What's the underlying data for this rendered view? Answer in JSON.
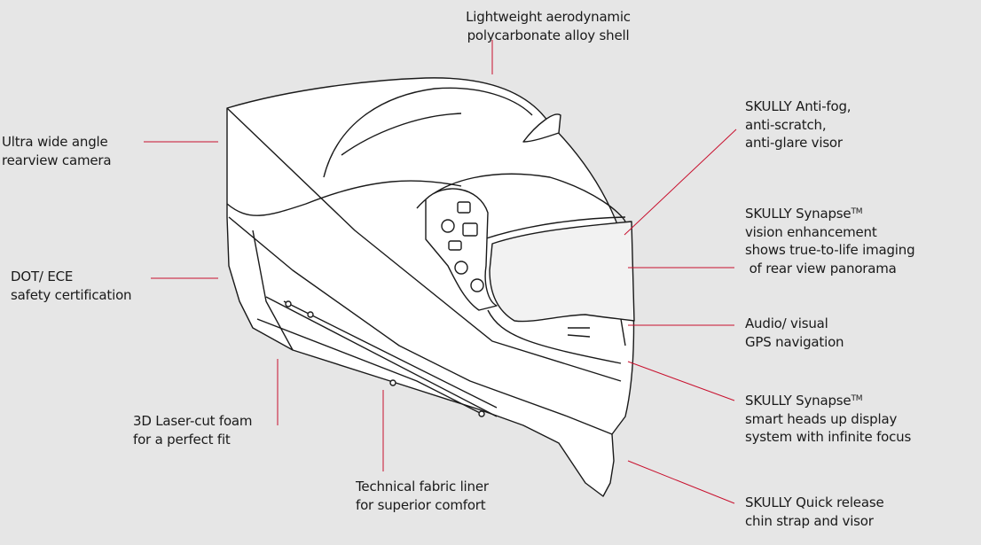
{
  "colors": {
    "background": "#e6e6e6",
    "callout_line": "#c8102e",
    "outline": "#1a1a1a",
    "shell": "#ffffff"
  },
  "callouts": {
    "shell": [
      "Lightweight aerodynamic",
      "polycarbonate alloy shell"
    ],
    "camera": [
      "Ultra wide angle",
      "rearview camera"
    ],
    "certification": [
      "DOT/ ECE",
      "safety certification"
    ],
    "foam": [
      "3D Laser-cut foam",
      "for a perfect fit"
    ],
    "liner": [
      "Technical fabric liner",
      "for superior comfort"
    ],
    "visor": [
      "SKULLY Anti-fog,",
      "anti-scratch,",
      "anti-glare visor"
    ],
    "vision": {
      "title": "SKULLY Synapse",
      "tm": "TM",
      "lines": [
        "vision enhancement",
        "shows true-to-life imaging",
        " of rear view panorama"
      ]
    },
    "gps": [
      "Audio/ visual",
      "GPS navigation"
    ],
    "hud": {
      "title": "SKULLY Synapse",
      "tm": "TM",
      "lines": [
        "smart heads up display",
        "system with infinite focus"
      ]
    },
    "strap": [
      "SKULLY Quick release",
      "chin strap and visor"
    ]
  }
}
